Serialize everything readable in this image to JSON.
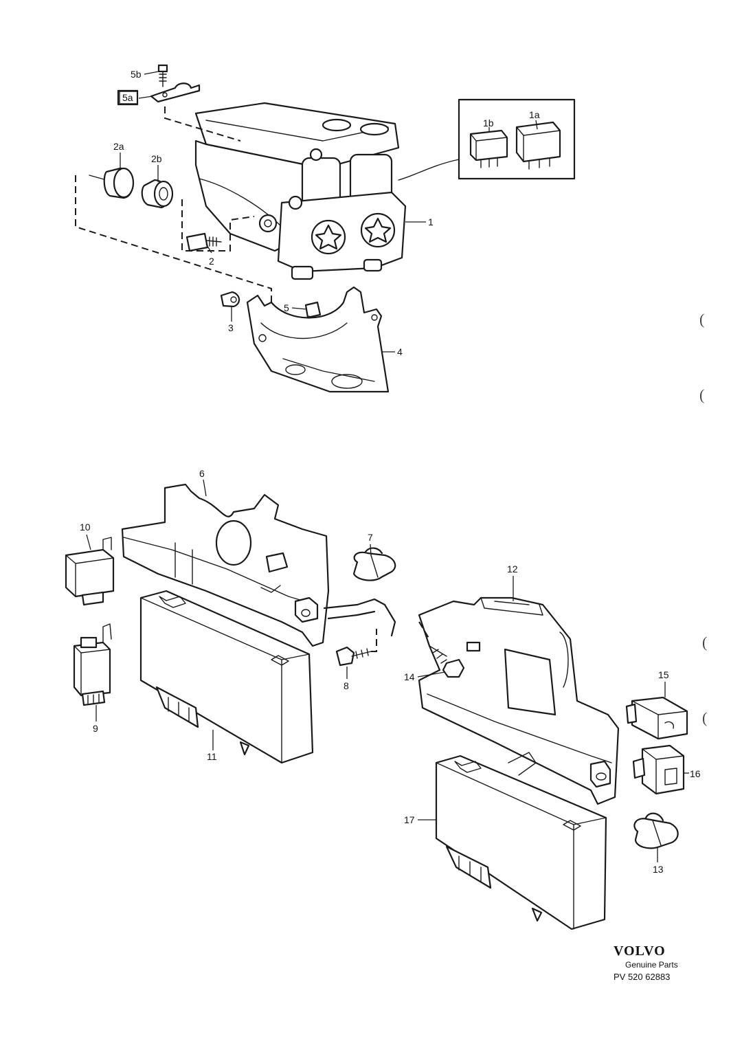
{
  "labels": {
    "p1": "1",
    "p1a": "1a",
    "p1b": "1b",
    "p2": "2",
    "p2a": "2a",
    "p2b": "2b",
    "p3": "3",
    "p4": "4",
    "p5": "5",
    "p5a": "5a",
    "p5b": "5b",
    "p6": "6",
    "p7": "7",
    "p8": "8",
    "p9": "9",
    "p10": "10",
    "p11": "11",
    "p12": "12",
    "p13": "13",
    "p14": "14",
    "p15": "15",
    "p16": "16",
    "p17": "17"
  },
  "brand": {
    "logo": "VOLVO",
    "tagline": "Genuine Parts",
    "code": "PV 520 62883"
  },
  "margin_marks": [
    "(",
    "(",
    "(",
    "("
  ]
}
